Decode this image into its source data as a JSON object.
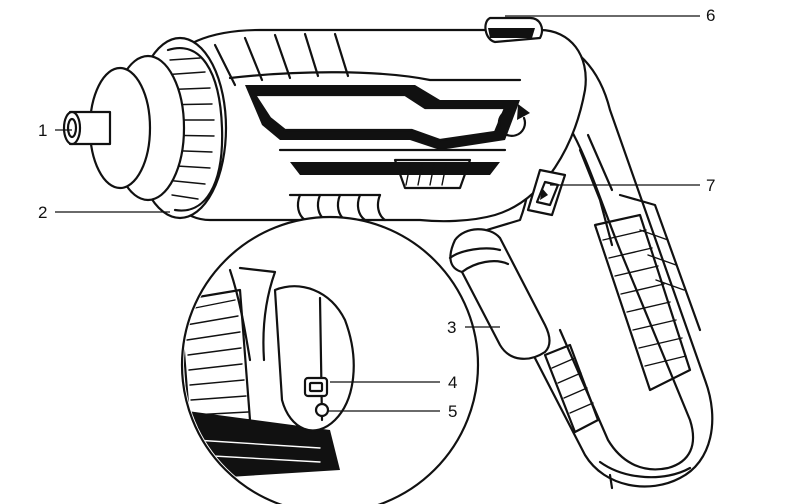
{
  "callouts": [
    {
      "id": "1",
      "label": "1"
    },
    {
      "id": "2",
      "label": "2"
    },
    {
      "id": "3",
      "label": "3"
    },
    {
      "id": "4",
      "label": "4"
    },
    {
      "id": "5",
      "label": "5"
    },
    {
      "id": "6",
      "label": "6"
    },
    {
      "id": "7",
      "label": "7"
    }
  ],
  "icons": [
    "rotation-arrow-icon",
    "direction-switch-icon",
    "usb-port-icon",
    "charge-led-icon"
  ]
}
